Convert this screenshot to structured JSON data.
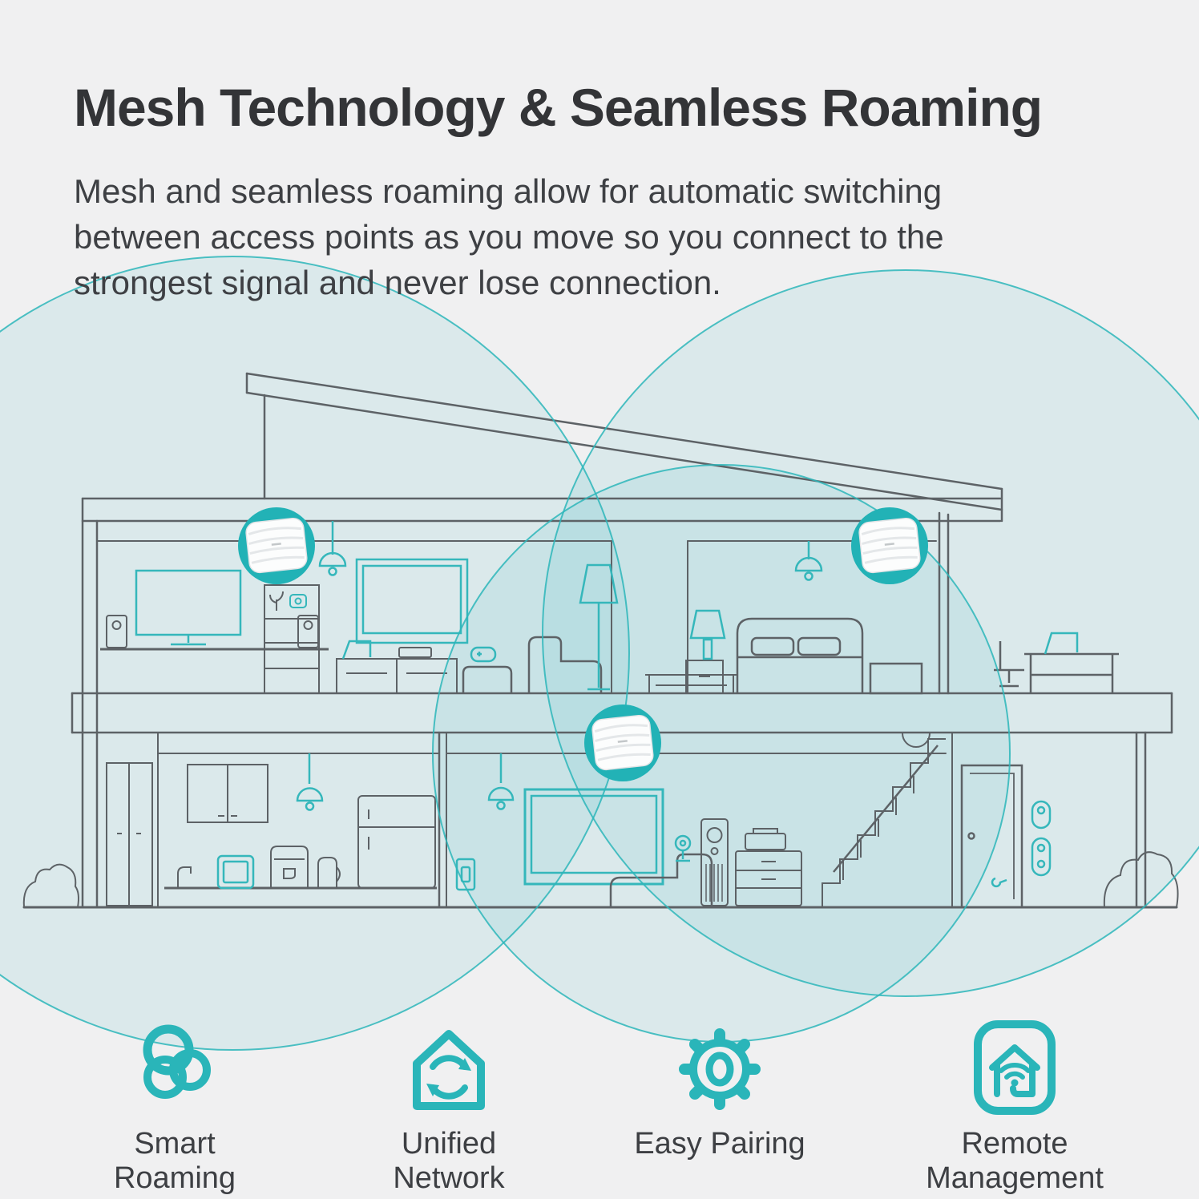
{
  "page": {
    "background": "#f0f0f1",
    "accent_teal": "#2ab5b9",
    "line_gray": "#5d6266",
    "coverage_fill": "rgba(70,190,195,0.12)",
    "coverage_stroke": "rgba(45,182,186,0.85)"
  },
  "header": {
    "title": "Mesh Technology & Seamless Roaming"
  },
  "description": {
    "line1": "Mesh and seamless roaming allow for automatic switching",
    "line2": "between access points as you move so you connect to the",
    "line3": "strongest signal and never lose connection."
  },
  "diagram": {
    "access_point_count": 3,
    "coverage_circle_count": 3,
    "device": "ceiling-mount access point",
    "scene": "two-storey house cross-section with furniture line art"
  },
  "features": [
    {
      "label": "Smart Roaming",
      "icon": "smart-roaming-icon"
    },
    {
      "label": "Unified Network",
      "icon": "unified-network-icon"
    },
    {
      "label": "Easy Pairing",
      "icon": "easy-pairing-icon"
    },
    {
      "label": "Remote Management",
      "icon": "remote-management-icon"
    }
  ]
}
